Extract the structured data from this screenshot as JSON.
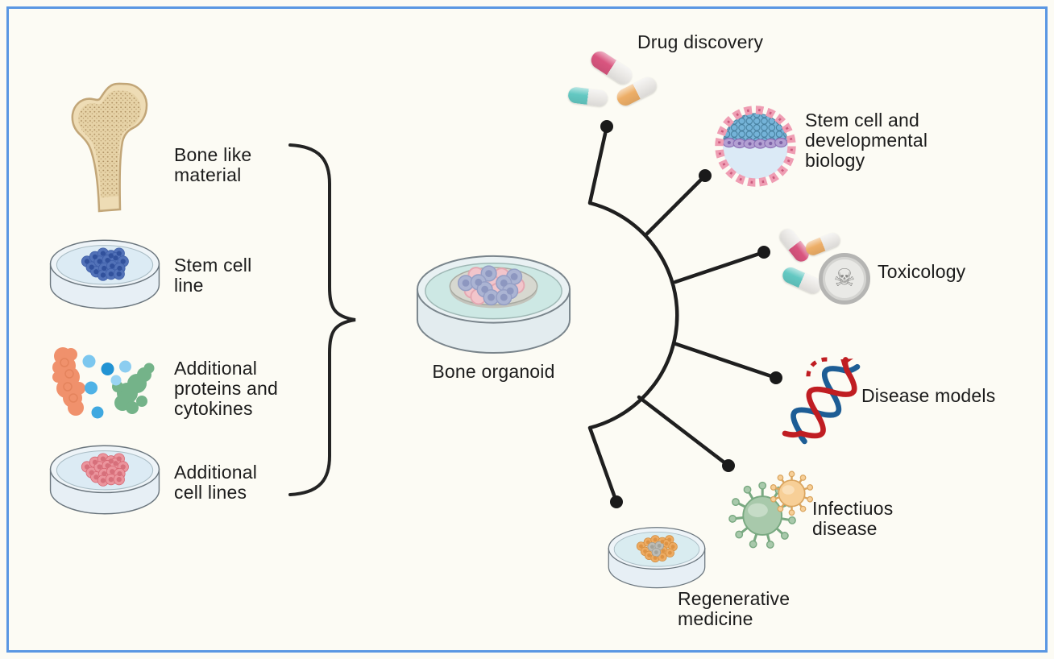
{
  "frame": {
    "background": "#fcfbf4",
    "border_color": "#5a97e3",
    "line_color": "#232323"
  },
  "center": {
    "label": "Bone organoid",
    "icon": "organoid-dish-icon"
  },
  "inputs": [
    {
      "label": "Bone like\nmaterial",
      "icon": "bone-icon"
    },
    {
      "label": "Stem cell\nline",
      "icon": "stem-cell-dish-icon"
    },
    {
      "label": "Additional\nproteins and\ncytokines",
      "icon": "proteins-cytokines-icon"
    },
    {
      "label": "Additional\ncell lines",
      "icon": "cell-lines-dish-icon"
    }
  ],
  "applications": [
    {
      "label": "Drug discovery",
      "icon": "pills-icon"
    },
    {
      "label": "Stem cell and\ndevelopmental\nbiology",
      "icon": "blastocyst-icon"
    },
    {
      "label": "Toxicology",
      "icon": "pills-skull-icon"
    },
    {
      "label": "Disease models",
      "icon": "dna-icon"
    },
    {
      "label": "Infectiuos\ndisease",
      "icon": "virus-icon"
    },
    {
      "label": "Regenerative\nmedicine",
      "icon": "regenerative-dish-icon"
    }
  ],
  "icons": {
    "skull_glyph": "☠"
  },
  "colors": {
    "pill_pink": "#d9557f",
    "pill_teal": "#63c8c2",
    "pill_orange": "#edae67",
    "pill_white": "#ebe9e6",
    "bone_tan": "#eedcb5",
    "cell_blue": "#5272b8",
    "cell_red": "#eb959d",
    "cell_orange": "#edab62",
    "dna_red": "#c01d22",
    "dna_blue": "#1d5d95",
    "virus_green": "#a8c9ab",
    "virus_orange": "#f7cf97"
  }
}
